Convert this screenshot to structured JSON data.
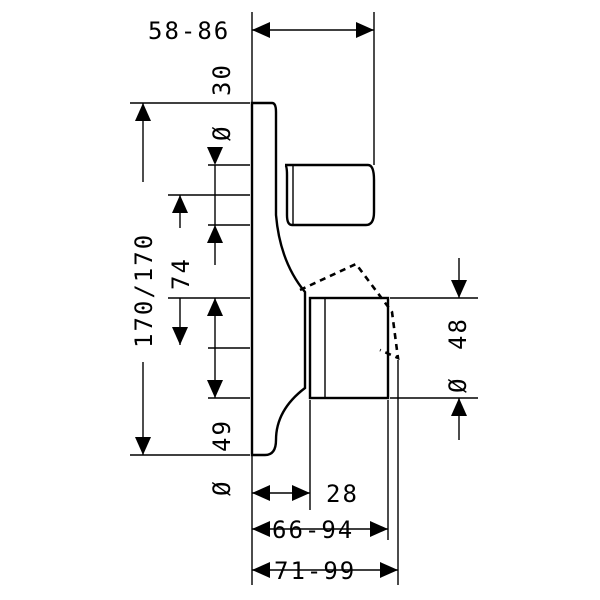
{
  "dimensions": {
    "width_range_top": "58-86",
    "dia_top": "30",
    "dia_symbol": "Ø",
    "height_total": "170/170",
    "spacing_mid": "74",
    "dia_lower_right": "48",
    "dia_bottom": "49",
    "depth_inner": "28",
    "depth_mid": "66-94",
    "depth_outer": "71-99"
  },
  "colors": {
    "line": "#000000",
    "background": "#ffffff"
  }
}
